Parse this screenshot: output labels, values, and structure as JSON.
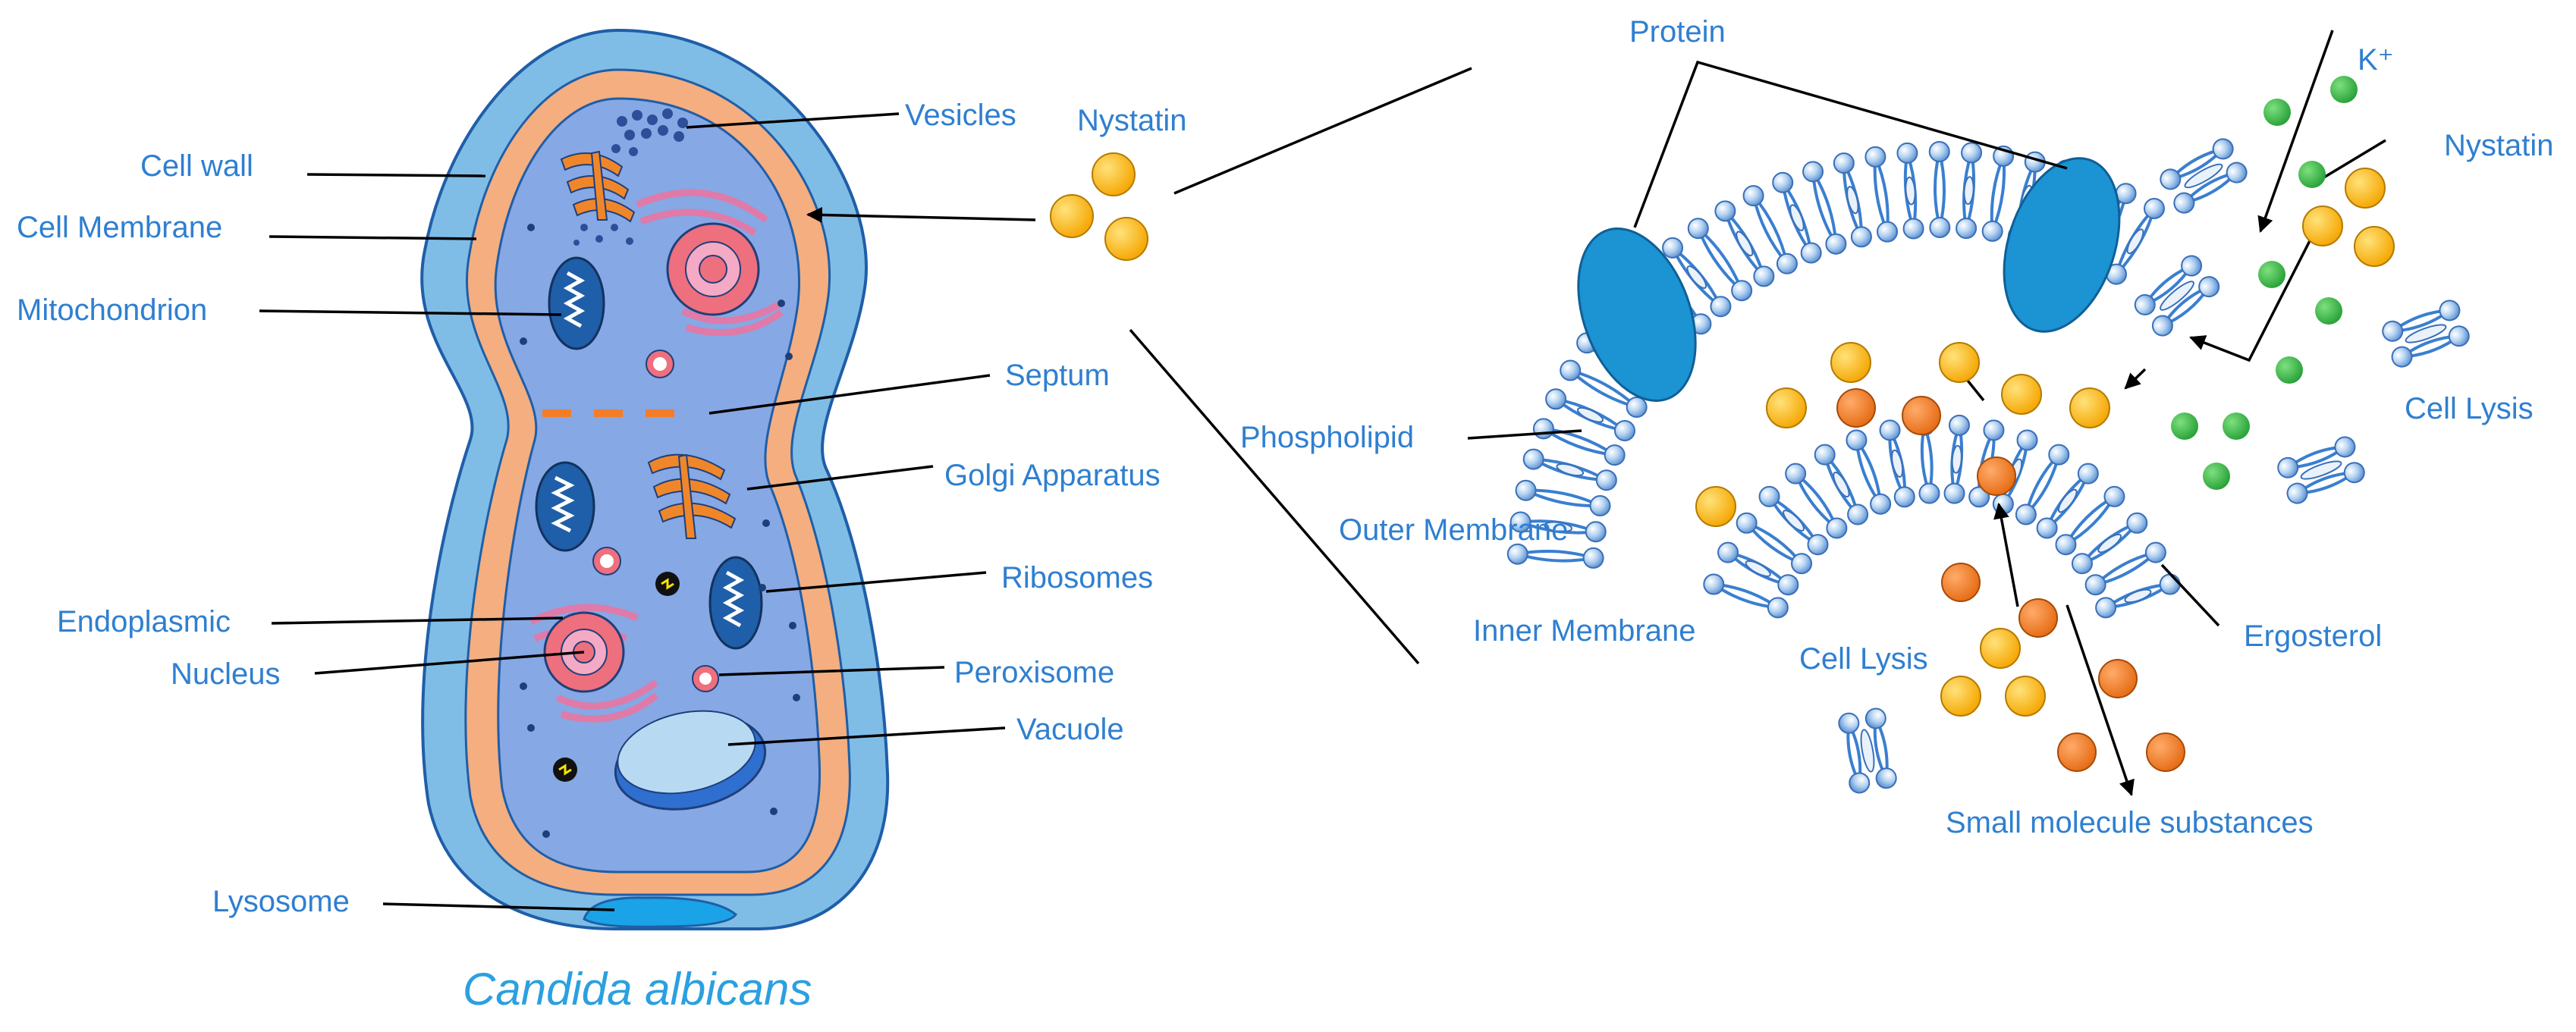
{
  "title": "Candida albicans",
  "cell_labels": {
    "cell_wall": "Cell wall",
    "cell_membrane": "Cell Membrane",
    "mitochondrion": "Mitochondrion",
    "endoplasmic": "Endoplasmic",
    "nucleus": "Nucleus",
    "lysosome": "Lysosome",
    "vesicles": "Vesicles",
    "septum": "Septum",
    "golgi": "Golgi Apparatus",
    "ribosomes": "Ribosomes",
    "peroxisome": "Peroxisome",
    "vacuole": "Vacuole"
  },
  "drug_label": "Nystatin",
  "zoom_labels": {
    "protein": "Protein",
    "k_ion": "K⁺",
    "nystatin": "Nystatin",
    "phospholipid": "Phospholipid",
    "outer_membrane": "Outer Membrane",
    "inner_membrane": "Inner Membrane",
    "cell_lysis_top": "Cell Lysis",
    "cell_lysis_bottom": "Cell Lysis",
    "ergosterol": "Ergosterol",
    "small_molecules": "Small molecule substances"
  },
  "colors": {
    "wall": "#7fbde6",
    "membrane": "#f4ae7f",
    "cytoplasm": "#86a8e4",
    "label": "#2f7fd0",
    "title": "#2ba0e0",
    "nystatin": "#fbbb1c",
    "small_molecule": "#f47d27",
    "potassium": "#3db54a",
    "protein": "#1c93d3",
    "lipid_head": "#b5d3f2",
    "lipid_tail": "#3a7fd0"
  }
}
